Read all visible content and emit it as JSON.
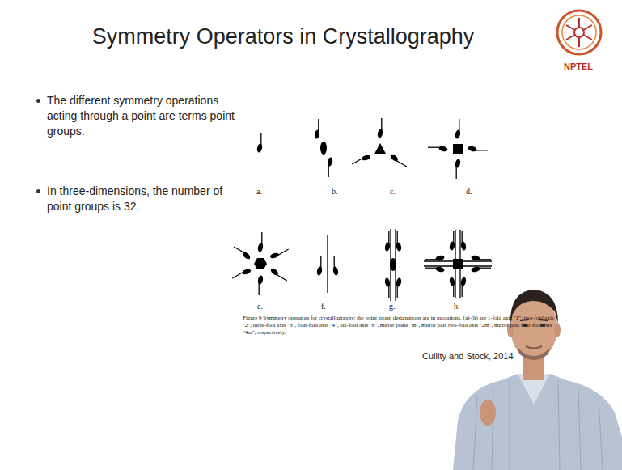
{
  "diagram": {
    "title": "Symmetry Operators in Crystallography",
    "caption": "Figure 9 Symmetry operators for crystallography; the point group designations are in quotations. (a)-(h) are 1-fold axis \"1\", two-fold axis \"2\", three-fold axis \"3\", four-fold axis \"4\", six-fold axis \"6\", mirror plane \"m\", mirror plus two-fold axis \"2m\", mirror plus four-fold axis \"4m\", respectively.",
    "labels": [
      "NPTEL",
      "The different symmetry operations acting through a point are terms point groups.",
      "In three-dimensions, the number of point groups is 32.",
      "a.",
      "b.",
      "c.",
      "d.",
      "e.",
      "f.",
      "g.",
      "h.",
      "Cullity and Stock, 2014"
    ]
  }
}
